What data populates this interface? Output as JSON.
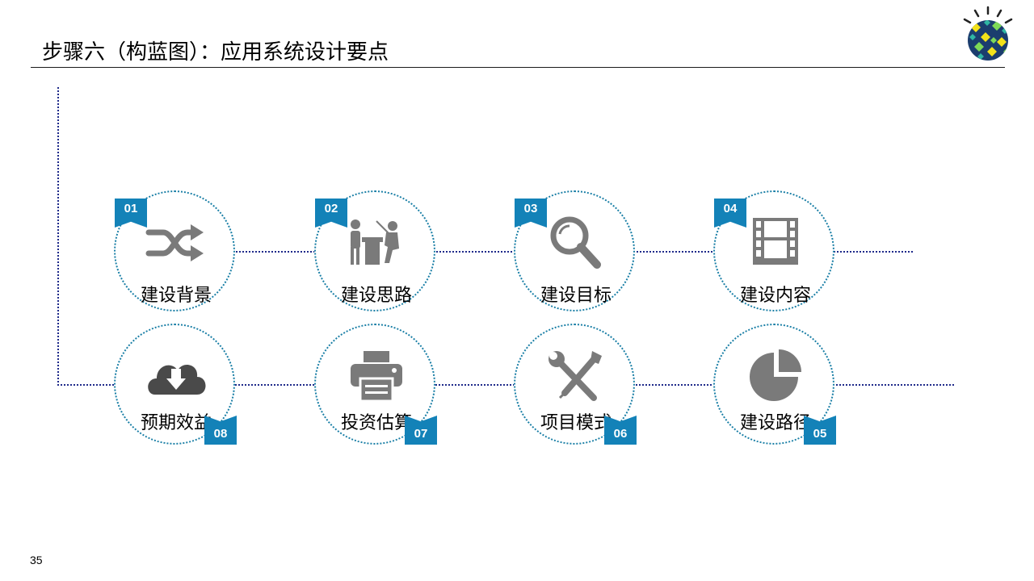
{
  "slide": {
    "title": "步骤六（构蓝图）：应用系统设计要点",
    "page_number": "35"
  },
  "colors": {
    "tag_blue": "#1382b8",
    "circle_border": "#1a7fa6",
    "connector": "#1f2a8a",
    "icon_gray": "#7a7a7a"
  },
  "steps_top": [
    {
      "number": "01",
      "label": "建设背景",
      "icon": "shuffle-icon"
    },
    {
      "number": "02",
      "label": "建设思路",
      "icon": "meeting-icon"
    },
    {
      "number": "03",
      "label": "建设目标",
      "icon": "search-icon"
    },
    {
      "number": "04",
      "label": "建设内容",
      "icon": "film-icon"
    }
  ],
  "steps_bottom": [
    {
      "number": "08",
      "label": "预期效益",
      "icon": "cloud-download-icon"
    },
    {
      "number": "07",
      "label": "投资估算",
      "icon": "printer-icon"
    },
    {
      "number": "06",
      "label": "项目模式",
      "icon": "tools-icon"
    },
    {
      "number": "05",
      "label": "建设路径",
      "icon": "pie-chart-icon"
    }
  ]
}
